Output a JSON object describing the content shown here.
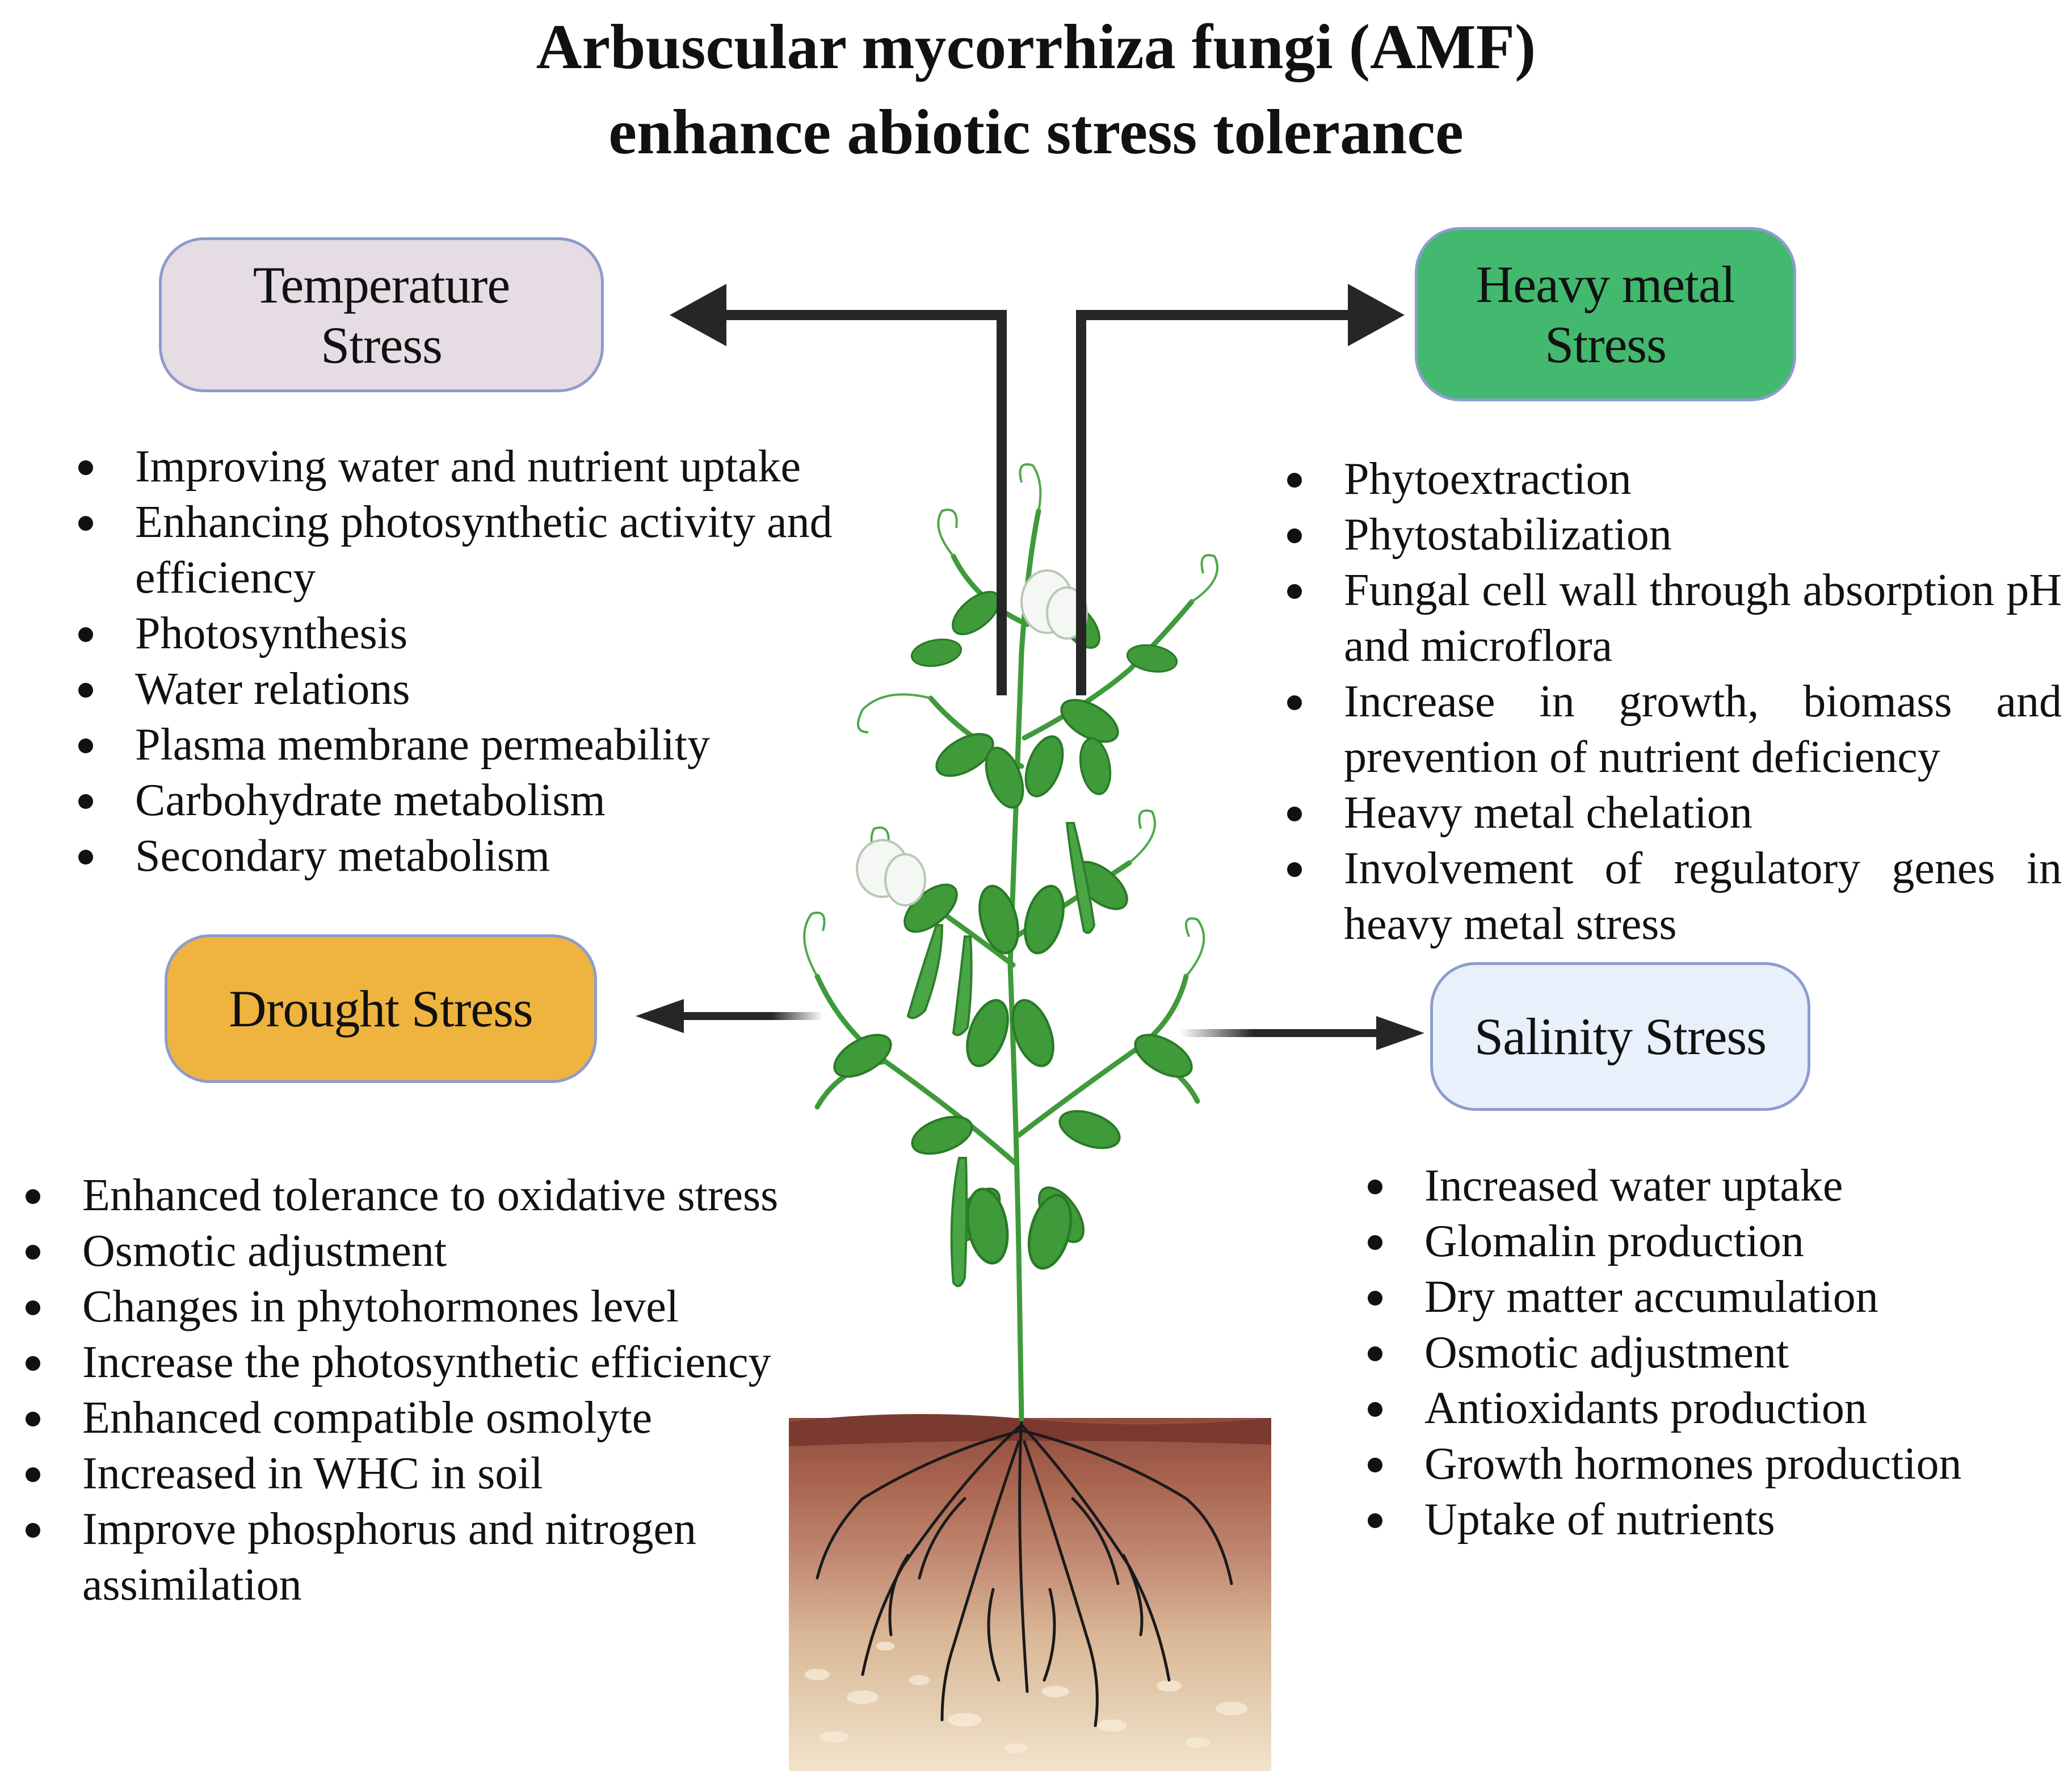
{
  "title": {
    "line1": "Arbuscular mycorrhiza fungi (AMF)",
    "line2": "enhance abiotic stress tolerance"
  },
  "boxes": {
    "temperature": {
      "line1": "Temperature",
      "line2": "Stress",
      "color": "#e6dce3"
    },
    "heavy_metal": {
      "line1": "Heavy metal",
      "line2": "Stress",
      "color": "#43b86f"
    },
    "drought": {
      "line1": "Drought Stress",
      "color": "#eeb43f"
    },
    "salinity": {
      "line1": "Salinity Stress",
      "color": "#e8f0fb"
    }
  },
  "lists": {
    "temperature": [
      "Improving water and nutrient uptake",
      "Enhancing photosynthetic activity and efficiency",
      "Photosynthesis",
      "Water relations",
      "Plasma membrane permeability",
      "Carbohydrate metabolism",
      "Secondary metabolism"
    ],
    "heavy_metal": [
      "Phytoextraction",
      "Phytostabilization",
      "Fungal cell wall through absorption pH and microflora",
      "Increase in growth, biomass and prevention of nutrient deficiency",
      "Heavy metal chelation",
      "Involvement of regulatory genes in heavy metal stress"
    ],
    "drought": [
      "Enhanced tolerance to oxidative stress",
      "Osmotic adjustment",
      "Changes in phytohormones level",
      " Increase the photosynthetic efficiency",
      "Enhanced compatible osmolyte",
      "Increased in WHC in soil",
      " Improve phosphorus and nitrogen assimilation"
    ],
    "salinity": [
      " Increased water uptake",
      "Glomalin production",
      "Dry matter accumulation",
      "Osmotic adjustment",
      "Antioxidants production",
      "Growth hormones production",
      "Uptake of nutrients"
    ]
  },
  "colors": {
    "box_border": "#8d9ccc",
    "arrow": "#262626",
    "leaf": "#3f9a3a",
    "soil_top": "#8a4a3c",
    "soil_bottom": "#e8d2b0"
  }
}
